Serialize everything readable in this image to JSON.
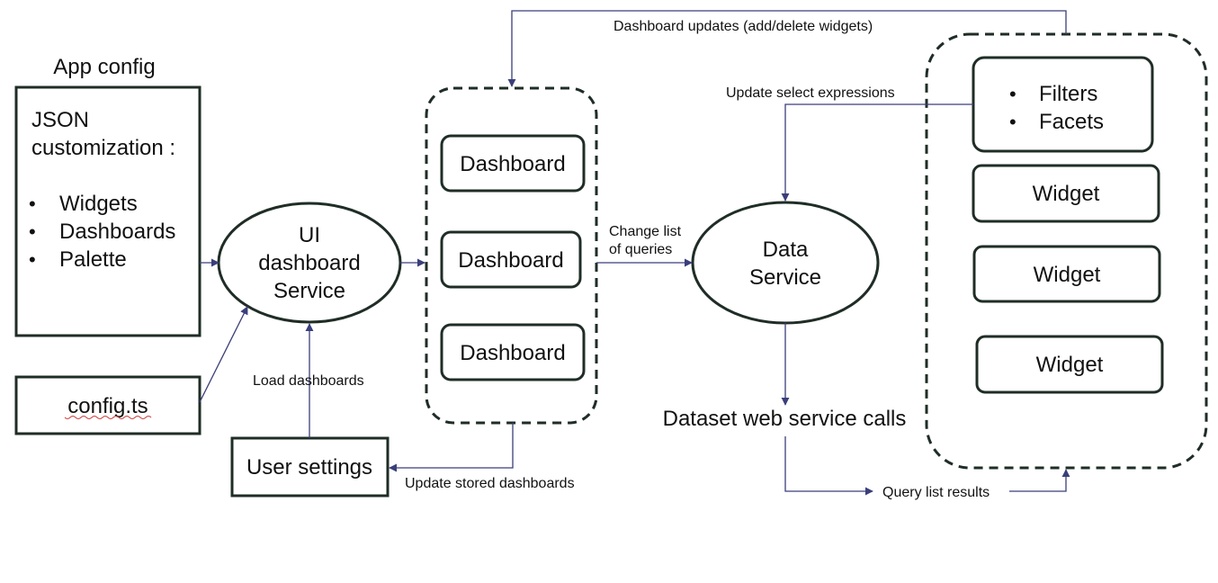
{
  "app_config": {
    "heading": "App config",
    "box_title_line1": "JSON",
    "box_title_line2": "customization :",
    "items": [
      "Widgets",
      "Dashboards",
      "Palette"
    ]
  },
  "config_ts": {
    "label": "config.ts"
  },
  "ui_dashboard_service": {
    "lines": [
      "UI",
      "dashboard",
      "Service"
    ]
  },
  "user_settings": {
    "label": "User settings"
  },
  "dashboards": {
    "items": [
      "Dashboard",
      "Dashboard",
      "Dashboard"
    ]
  },
  "data_service": {
    "lines": [
      "Data",
      "Service"
    ]
  },
  "filter_box": {
    "items": [
      "Filters",
      "Facets"
    ]
  },
  "widgets": {
    "items": [
      "Widget",
      "Widget",
      "Widget"
    ]
  },
  "dataset_calls": {
    "label": "Dataset web service calls"
  },
  "edges": {
    "dashboard_updates": "Dashboard updates (add/delete widgets)",
    "update_select": "Update select expressions",
    "change_list_line1": "Change list",
    "change_list_line2": "of queries",
    "load_dashboards": "Load dashboards",
    "update_stored": "Update stored dashboards",
    "query_results": "Query list results"
  },
  "colors": {
    "stroke": "#1f2d26",
    "arrow": "#3a3f7a",
    "text": "#111111"
  }
}
